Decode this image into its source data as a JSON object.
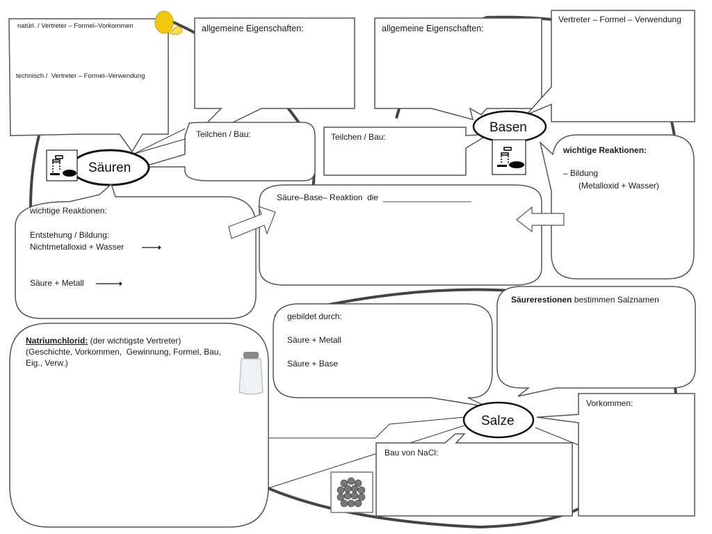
{
  "colors": {
    "outline": "#555555",
    "thick_ring": "#444444",
    "ellipse_stroke": "#111111",
    "lemon": "#f2c80f",
    "background": "#ffffff"
  },
  "hubs": {
    "acids": "Säuren",
    "bases": "Basen",
    "salts": "Salze"
  },
  "acids": {
    "representatives_natural": "natürl. / Vertreter – Formel–Vorkommen",
    "representatives_technical": "technisch /  Vertreter – Formel–Verwendung",
    "general_properties": "allgemeine Eigenschaften:",
    "particles": "Teilchen / Bau:",
    "reactions_title": "wichtige Reaktionen:",
    "formation_title": "Entstehung / Bildung:",
    "formation_eq": "Nichtmetalloxid + Wasser",
    "metal_eq": "Säure + Metall",
    "icon": "corrosive-hazard-icon",
    "decor_icon": "lemon-icon"
  },
  "bases": {
    "general_properties": "allgemeine Eigenschaften:",
    "representatives": "Vertreter – Formel – Verwendung",
    "particles": "Teilchen / Bau:",
    "reactions_title": "wichtige Reaktionen:",
    "reactions_line1": "– Bildung",
    "reactions_line2": "(Metalloxid + Wasser)",
    "icon": "corrosive-hazard-icon"
  },
  "neutralization": {
    "text": "Säure–Base– Reaktion  die  ___________________"
  },
  "salts": {
    "nacl_title": "Natriumchlorid:",
    "nacl_sub": " (der wichtigste Vertreter)",
    "nacl_line2": "(Geschichte, Vorkommen,  Gewinnung, Formel, Bau,",
    "nacl_line3": "Eig., Verw.)",
    "formed_by_title": "gebildet durch:",
    "formed_by_1": "Säure + Metall",
    "formed_by_2": "Säure + Base",
    "acid_residue_bold": "Säurerestionen",
    "acid_residue_rest": " bestimmen Salznamen",
    "occurrence": "Vorkommen:",
    "nacl_structure": "Bau von NaCl:",
    "decor_icon": "salt-shaker-icon",
    "crystal_icon": "crystal-lattice-icon"
  }
}
